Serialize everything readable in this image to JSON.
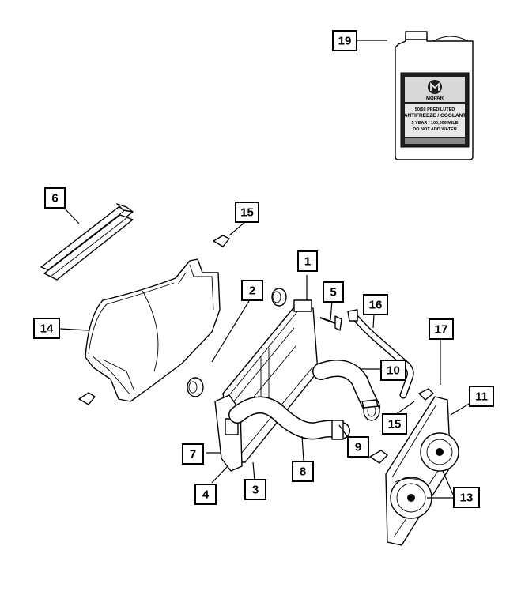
{
  "callouts": {
    "c1": "1",
    "c2": "2",
    "c3": "3",
    "c4": "4",
    "c5": "5",
    "c6": "6",
    "c7": "7",
    "c8": "8",
    "c9": "9",
    "c10": "10",
    "c11": "11",
    "c13": "13",
    "c14": "14",
    "c15a": "15",
    "c15b": "15",
    "c16": "16",
    "c17": "17",
    "c19": "19"
  },
  "jug_label": {
    "brand": "MOPAR",
    "line1": "50/50 PREDILUTED",
    "line2": "ANTIFREEZE / COOLANT",
    "line3": "5 YEAR / 100,000 MILE",
    "line4": "DO NOT ADD WATER"
  }
}
